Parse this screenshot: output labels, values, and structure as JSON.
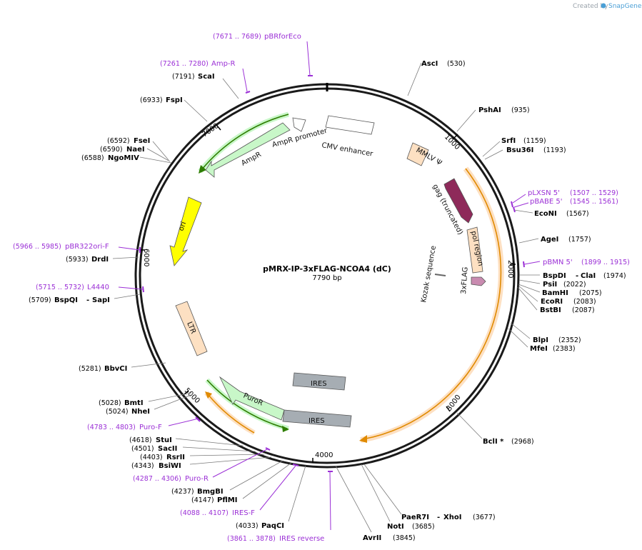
{
  "map": {
    "name": "pMRX-IP-3xFLAG-NCOA4 (dC)",
    "size": "7790 bp"
  },
  "watermark": {
    "prefix": "Created by",
    "brand": "SnapGene"
  },
  "colors": {
    "backbone": "#1a1a1a",
    "primer": "#9b30d6",
    "green_feature": "#c8f7c8",
    "orange_feature": "#fde0c2",
    "ori": "#ffff00",
    "gag": "#8e2a5a",
    "ires": "#a6adb3",
    "flag": "#c98bb0",
    "orf_highlight": "#f5a623"
  },
  "ticks": [
    {
      "label": "1000"
    },
    {
      "label": "2000"
    },
    {
      "label": "3000"
    },
    {
      "label": "4000"
    },
    {
      "label": "5000"
    },
    {
      "label": "6000"
    },
    {
      "label": "7000"
    }
  ],
  "features": {
    "cmv": "CMV enhancer",
    "ampr_promoter": "AmpR promoter",
    "ampr": "AmpR",
    "ori": "ori",
    "mmlv": "MMLV Ψ",
    "gag": "gag (truncated)",
    "pol": "pol region",
    "kozak": "Kozak sequence",
    "flag": "3xFLAG",
    "ltr": "LTR",
    "puror": "PuroR",
    "ires1": "IRES",
    "ires2": "IRES"
  },
  "sites": [
    {
      "name": "AscI",
      "pos": "(530)"
    },
    {
      "name": "PshAI",
      "pos": "(935)"
    },
    {
      "name": "SrfI",
      "pos": "(1159)"
    },
    {
      "name": "Bsu36I",
      "pos": "(1193)"
    },
    {
      "name": "EcoNI",
      "pos": "(1567)"
    },
    {
      "name": "AgeI",
      "pos": "(1757)"
    },
    {
      "name": "BspDI",
      "extra": "ClaI",
      "pos": "(1974)"
    },
    {
      "name": "PsiI",
      "pos": "(2022)"
    },
    {
      "name": "BamHI",
      "pos": "(2075)"
    },
    {
      "name": "EcoRI",
      "pos": "(2083)"
    },
    {
      "name": "BstBI",
      "pos": "(2087)"
    },
    {
      "name": "BlpI",
      "pos": "(2352)"
    },
    {
      "name": "MfeI",
      "pos": "(2383)"
    },
    {
      "name": "BclI *",
      "pos": "(2968)"
    },
    {
      "name": "PaeR7I",
      "extra": "XhoI",
      "pos": "(3677)"
    },
    {
      "name": "NotI",
      "pos": "(3685)"
    },
    {
      "name": "AvrII",
      "pos": "(3845)"
    },
    {
      "name": "PaqCI",
      "pos": "(4033)"
    },
    {
      "name": "PflMI",
      "pos": "(4147)"
    },
    {
      "name": "BmgBI",
      "pos": "(4237)"
    },
    {
      "name": "BsiWI",
      "pos": "(4343)"
    },
    {
      "name": "RsrII",
      "pos": "(4403)"
    },
    {
      "name": "SacII",
      "pos": "(4501)"
    },
    {
      "name": "StuI",
      "pos": "(4618)"
    },
    {
      "name": "NheI",
      "pos": "(5024)"
    },
    {
      "name": "BmtI",
      "pos": "(5028)"
    },
    {
      "name": "BbvCI",
      "pos": "(5281)"
    },
    {
      "name": "BspQI",
      "extra": "SapI",
      "pos": "(5709)"
    },
    {
      "name": "DrdI",
      "pos": "(5933)"
    },
    {
      "name": "NgoMIV",
      "pos": "(6588)"
    },
    {
      "name": "NaeI",
      "pos": "(6590)"
    },
    {
      "name": "FseI",
      "pos": "(6592)"
    },
    {
      "name": "FspI",
      "pos": "(6933)"
    },
    {
      "name": "ScaI",
      "pos": "(7191)"
    }
  ],
  "primers": [
    {
      "name": "pBRforEco",
      "range": "(7671 .. 7689)"
    },
    {
      "name": "Amp-R",
      "range": "(7261 .. 7280)"
    },
    {
      "name": "pLXSN 5'",
      "range": "(1507 .. 1529)"
    },
    {
      "name": "pBABE 5'",
      "range": "(1545 .. 1561)"
    },
    {
      "name": "pBMN 5'",
      "range": "(1899 .. 1915)"
    },
    {
      "name": "pBR322ori-F",
      "range": "(5966 .. 5985)"
    },
    {
      "name": "L4440",
      "range": "(5715 .. 5732)"
    },
    {
      "name": "Puro-F",
      "range": "(4783 .. 4803)"
    },
    {
      "name": "Puro-R",
      "range": "(4287 .. 4306)"
    },
    {
      "name": "IRES-F",
      "range": "(4088 .. 4107)"
    },
    {
      "name": "IRES reverse",
      "range": "(3861 .. 3878)"
    }
  ]
}
